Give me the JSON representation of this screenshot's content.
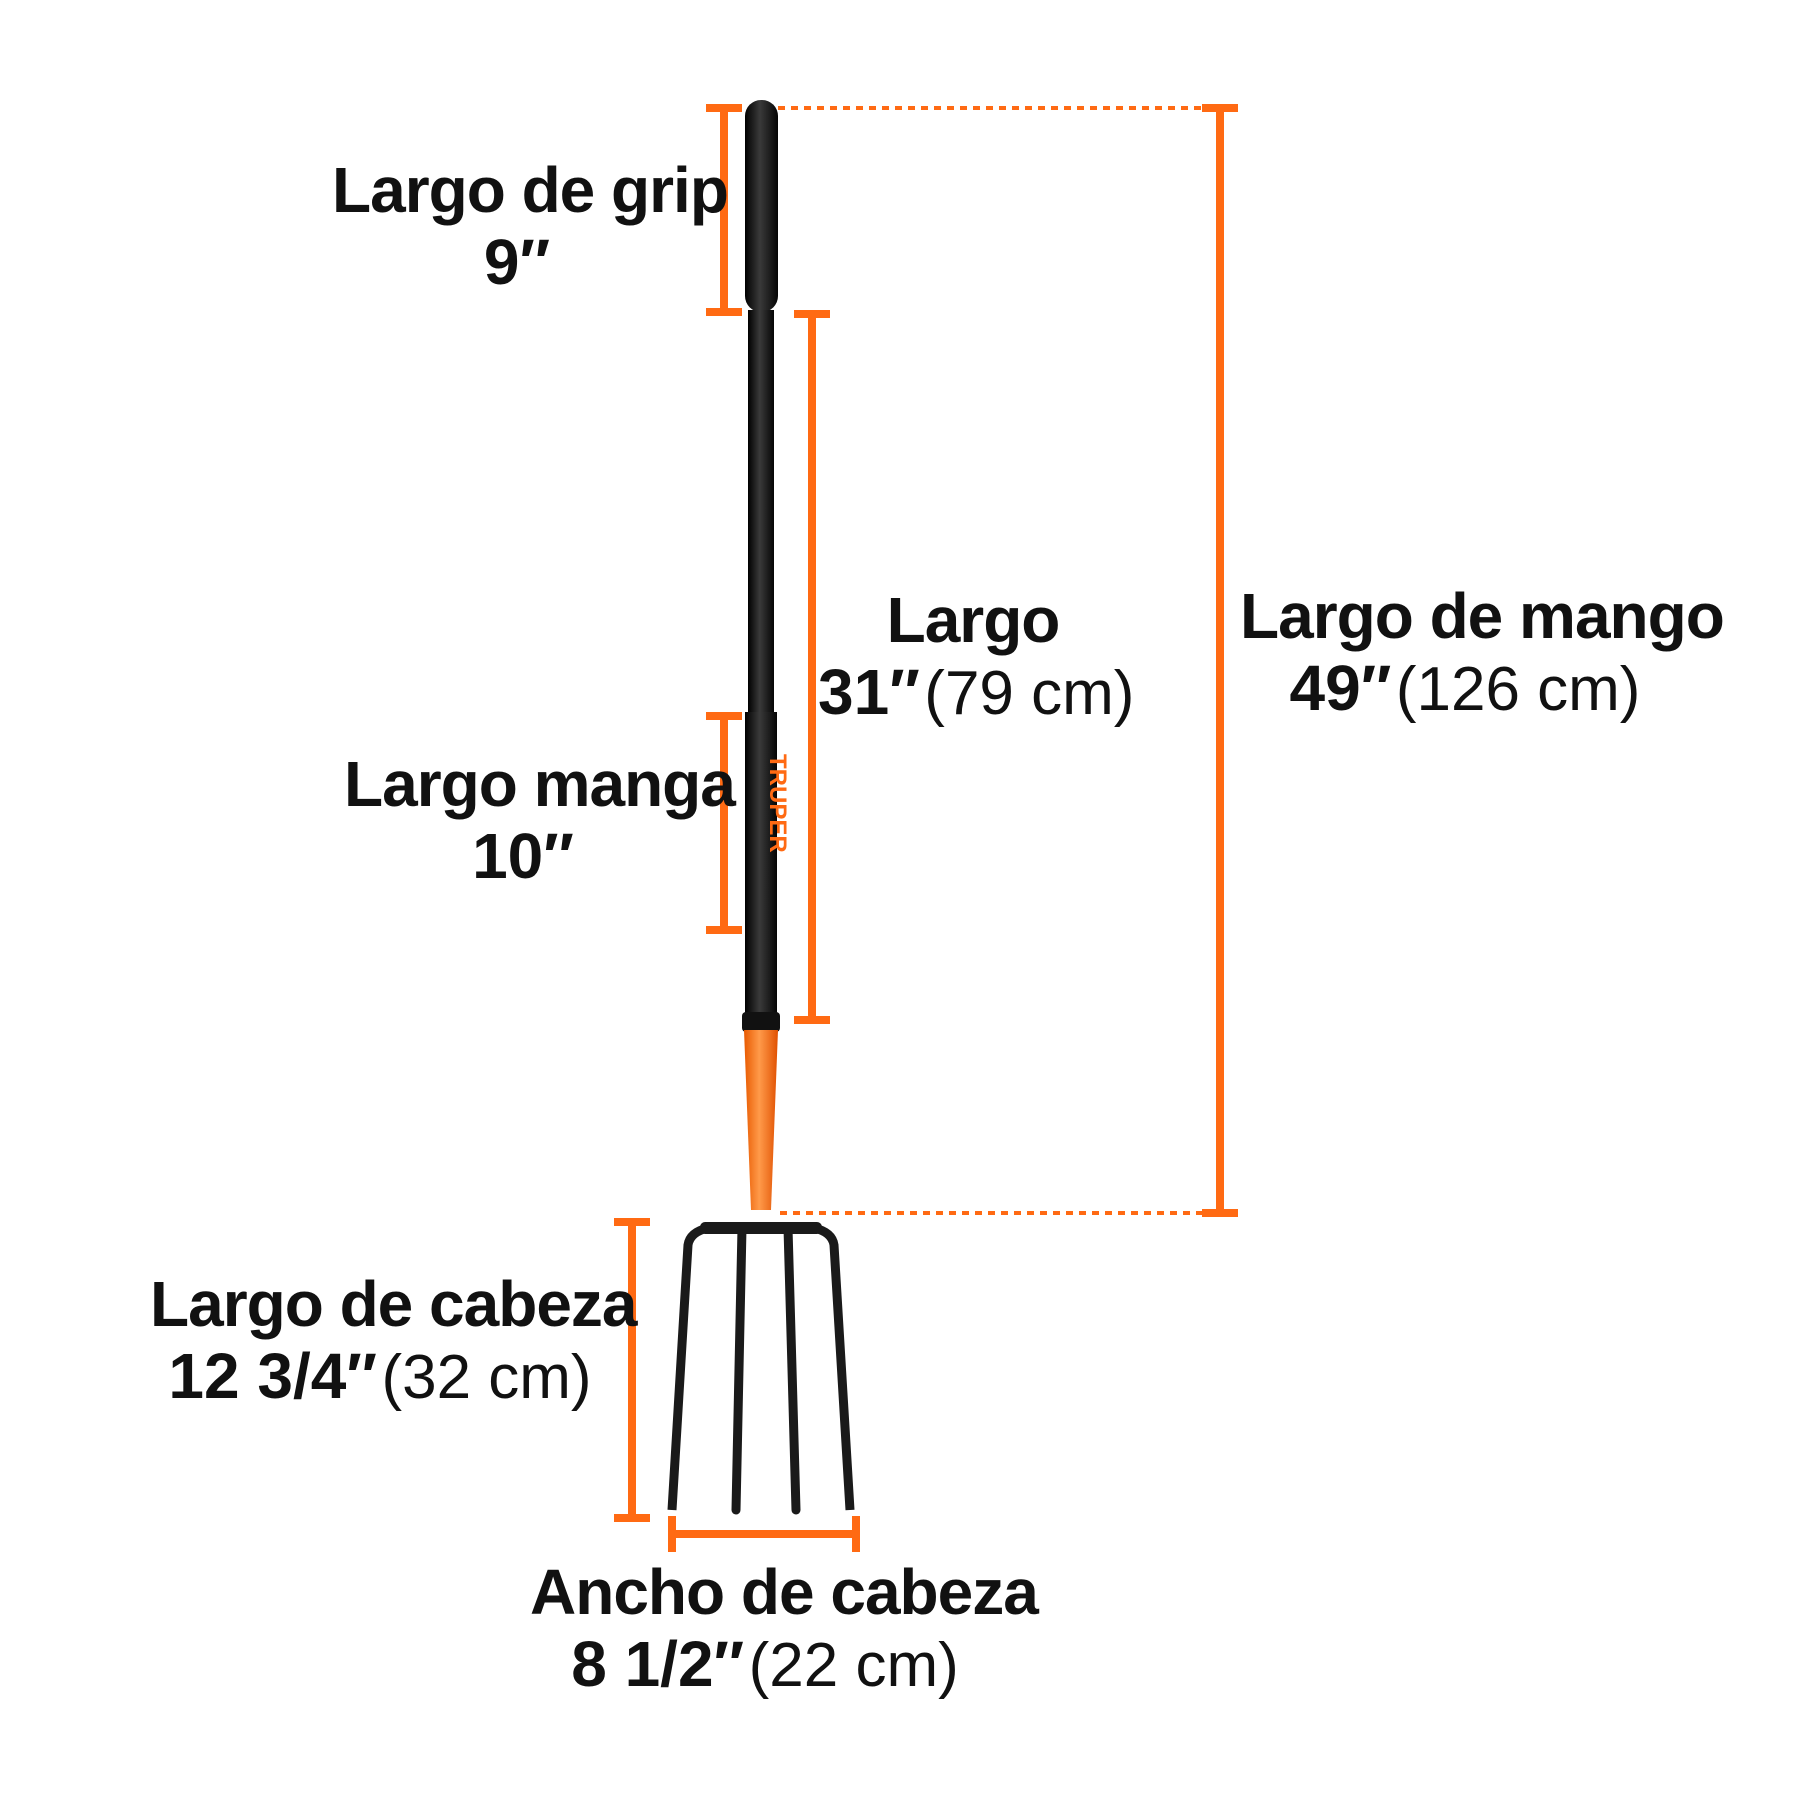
{
  "colors": {
    "dimension": "#ff6a13",
    "handle": "#1c1c1c",
    "ferrule": "#ff6a13",
    "tines": "#1a1a1a",
    "text": "#111111",
    "background": "#ffffff"
  },
  "brand": {
    "logo_text": "TRUPER"
  },
  "labels": {
    "grip": {
      "title": "Largo de grip",
      "value": "9″"
    },
    "sleeve": {
      "title": "Largo manga",
      "value": "10″"
    },
    "length": {
      "title": "Largo",
      "value": "31″",
      "metric": "(79 cm)"
    },
    "handle": {
      "title": "Largo de mango",
      "value": "49″",
      "metric": "(126 cm)"
    },
    "head_length": {
      "title": "Largo de cabeza",
      "value": "12 3/4″",
      "metric": "(32 cm)"
    },
    "head_width": {
      "title": "Ancho de cabeza",
      "value": "8 1/2″",
      "metric": "(22 cm)"
    }
  }
}
